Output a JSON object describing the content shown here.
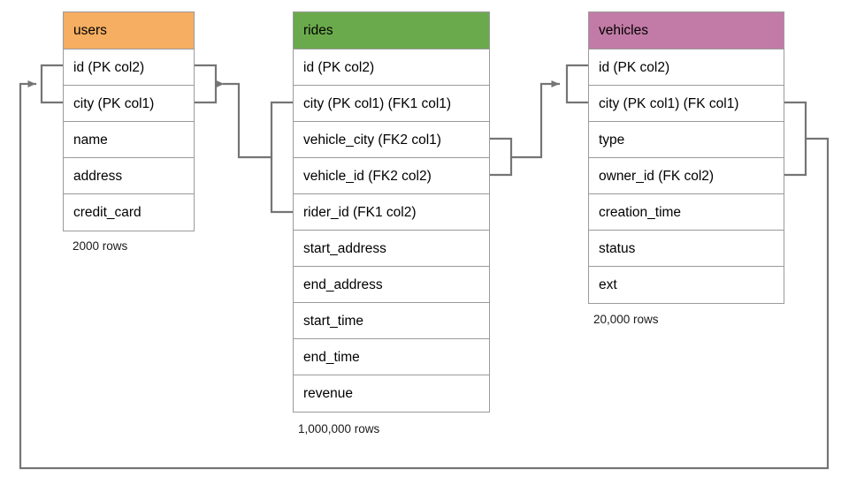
{
  "diagram": {
    "title": "database-schema-er-diagram",
    "colors": {
      "users_header": "#f5ae62",
      "rides_header": "#6aaa4c",
      "vehicles_header": "#c27ba6",
      "border": "#9a9a9a",
      "connector": "#757575",
      "background": "#ffffff"
    },
    "tables": [
      {
        "name": "users",
        "header_color": "#f5ae62",
        "row_count_label": "2000 rows",
        "fields": [
          "id (PK col2)",
          "city (PK col1)",
          "name",
          "address",
          "credit_card"
        ]
      },
      {
        "name": "rides",
        "header_color": "#6aaa4c",
        "row_count_label": "1,000,000 rows",
        "fields": [
          "id (PK col2)",
          "city (PK col1) (FK1 col1)",
          "vehicle_city (FK2 col1)",
          "vehicle_id (FK2 col2)",
          "rider_id (FK1 col2)",
          "start_address",
          "end_address",
          "start_time",
          "end_time",
          "revenue"
        ]
      },
      {
        "name": "vehicles",
        "header_color": "#c27ba6",
        "row_count_label": "20,000 rows",
        "fields": [
          "id (PK col2)",
          "city (PK col1) (FK col1)",
          "type",
          "owner_id (FK col2)",
          "creation_time",
          "status",
          "ext"
        ]
      }
    ],
    "relationships": [
      {
        "name": "rides-fk1-to-users",
        "from_table": "rides",
        "from_fields": [
          "city (PK col1) (FK1 col1)",
          "rider_id (FK1 col2)"
        ],
        "to_table": "users",
        "to_fields": [
          "id (PK col2)",
          "city (PK col1)"
        ]
      },
      {
        "name": "rides-fk2-to-vehicles",
        "from_table": "rides",
        "from_fields": [
          "vehicle_city (FK2 col1)",
          "vehicle_id (FK2 col2)"
        ],
        "to_table": "vehicles",
        "to_fields": [
          "id (PK col2)",
          "city (PK col1) (FK col1)"
        ]
      },
      {
        "name": "vehicles-fk-to-users",
        "from_table": "vehicles",
        "from_fields": [
          "city (PK col1) (FK col1)",
          "owner_id (FK col2)"
        ],
        "to_table": "users",
        "to_fields": [
          "id (PK col2)",
          "city (PK col1)"
        ]
      }
    ]
  }
}
